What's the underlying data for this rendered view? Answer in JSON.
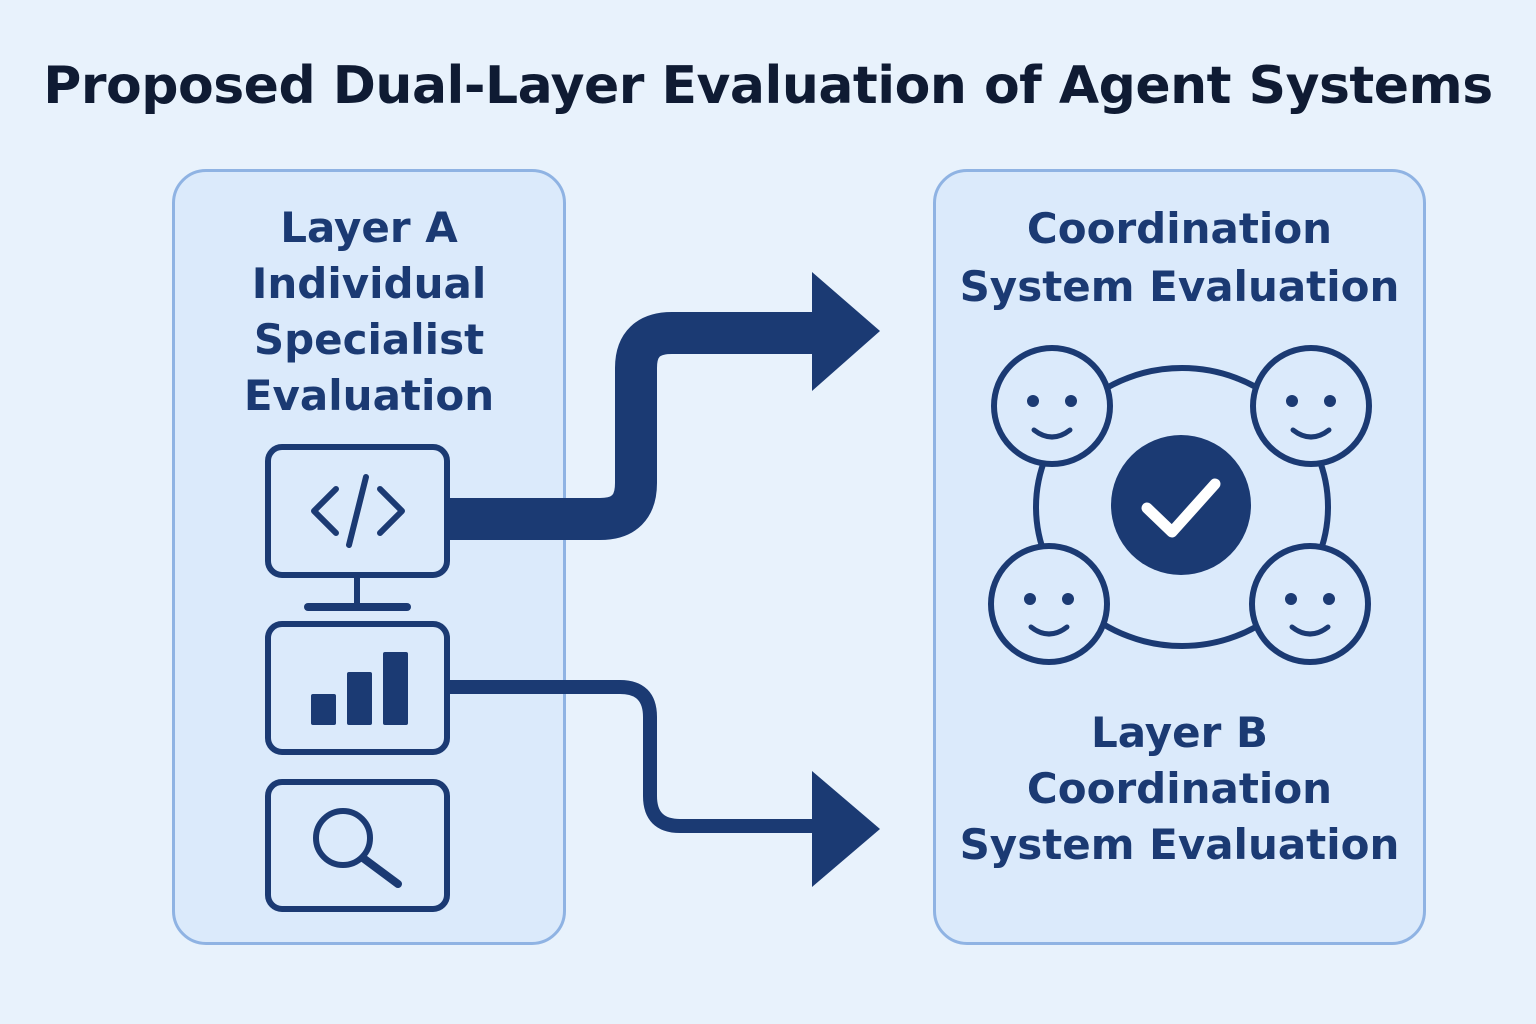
{
  "title": "Proposed Dual-Layer Evaluation of Agent Systems",
  "layer_a": {
    "line1": "Layer A",
    "line2": "Individual",
    "line3": "Specialist",
    "line4": "Evaluation",
    "icons": [
      "code-monitor-icon",
      "bar-chart-icon",
      "search-icon"
    ]
  },
  "coordination": {
    "line1": "Coordination",
    "line2": "System Evaluation",
    "icons": [
      "smiley-face-icon",
      "checkmark-circle-icon"
    ]
  },
  "layer_b": {
    "line1": "Layer B",
    "line2": "Coordination",
    "line3": "System Evaluation"
  },
  "colors": {
    "background": "#e8f2fc",
    "panel": "#dbeafb",
    "panel_border": "#8fb3e3",
    "navy": "#1b3a73"
  }
}
